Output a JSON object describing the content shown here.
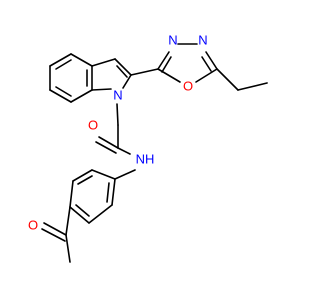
{
  "colors": {
    "background": "#ffffff",
    "bond": "#000000",
    "nitrogen": "#0000ff",
    "oxygen": "#ff0000",
    "hydrogen_on_nitrogen": "#000000"
  },
  "atoms": {
    "indole_n": "N",
    "oxadiazole_n_left": "N",
    "oxadiazole_n_right": "N",
    "oxadiazole_o": "O",
    "amide_o": "O",
    "amide_nh": "NH",
    "ketone_o": "O"
  }
}
